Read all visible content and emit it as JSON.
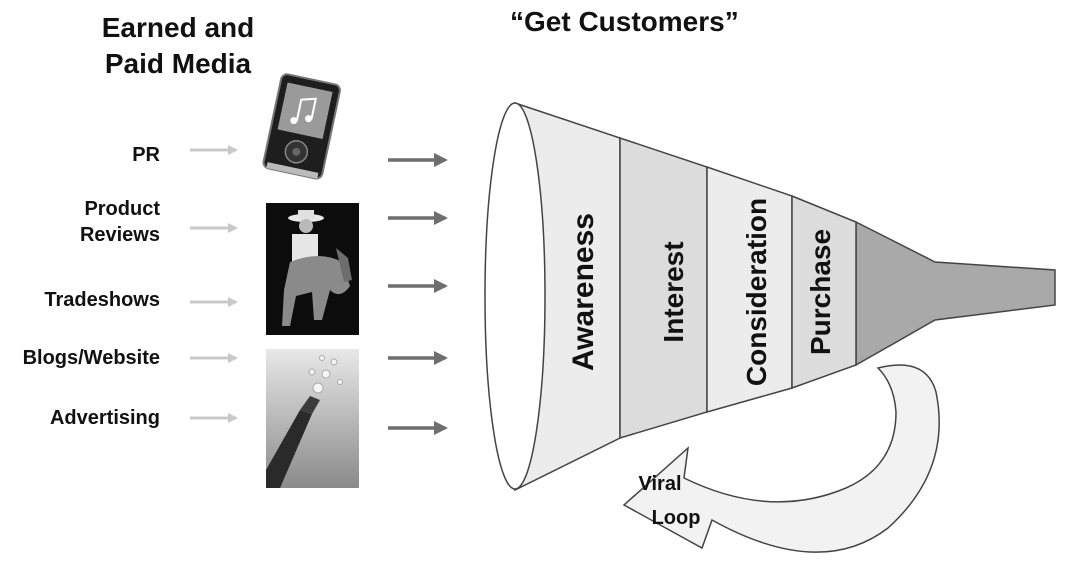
{
  "titles": {
    "left_line1": "Earned and",
    "left_line2": "Paid Media",
    "right": "“Get Customers”"
  },
  "sources": [
    {
      "line1": "PR",
      "line2": ""
    },
    {
      "line1": "Product",
      "line2": "Reviews"
    },
    {
      "line1": "Tradeshows",
      "line2": ""
    },
    {
      "line1": "Blogs/Website",
      "line2": ""
    },
    {
      "line1": "Advertising",
      "line2": ""
    }
  ],
  "images": [
    {
      "name": "media-player-image",
      "icon": "media-player"
    },
    {
      "name": "cowboy-on-horse-photo",
      "icon": "photo-cowboy"
    },
    {
      "name": "champagne-bottle-photo",
      "icon": "photo-champagne"
    }
  ],
  "funnel": {
    "stages": [
      "Awareness",
      "Interest",
      "Consideration",
      "Purchase"
    ],
    "colors": {
      "stage_light": "#ececec",
      "stage_mid": "#dcdcdc",
      "neck": "#a9a9a9",
      "outline": "#444444"
    }
  },
  "viral_loop": {
    "line1": "Viral",
    "line2": "Loop"
  },
  "arrows": {
    "light": "#c9c9c9",
    "dark": "#6e6e6e"
  }
}
